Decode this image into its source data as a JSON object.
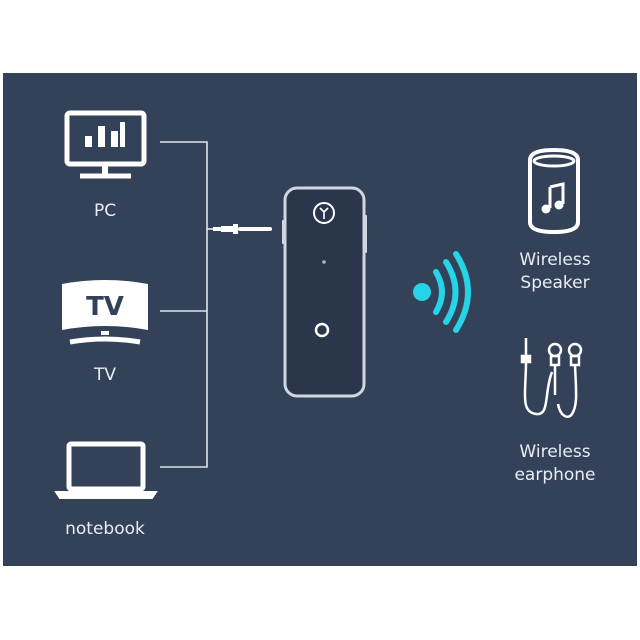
{
  "colors": {
    "background": "#334159",
    "line": "#dfe4ec",
    "signal": "#27d3e6",
    "page": "#ffffff"
  },
  "sources": {
    "pc": {
      "label": "PC",
      "icon": "monitor-icon"
    },
    "tv": {
      "label": "TV",
      "screen_text": "TV",
      "icon": "tv-icon"
    },
    "notebook": {
      "label": "notebook",
      "icon": "laptop-icon"
    }
  },
  "device": {
    "icon": "bluetooth-transmitter-icon",
    "connector_icon": "aux-jack-icon",
    "signal_icon": "wireless-signal-icon"
  },
  "outputs": {
    "speaker": {
      "line1": "Wireless",
      "line2": "Speaker",
      "icon": "speaker-icon"
    },
    "earphone": {
      "line1": "Wireless",
      "line2": "earphone",
      "icon": "earphone-icon"
    }
  }
}
